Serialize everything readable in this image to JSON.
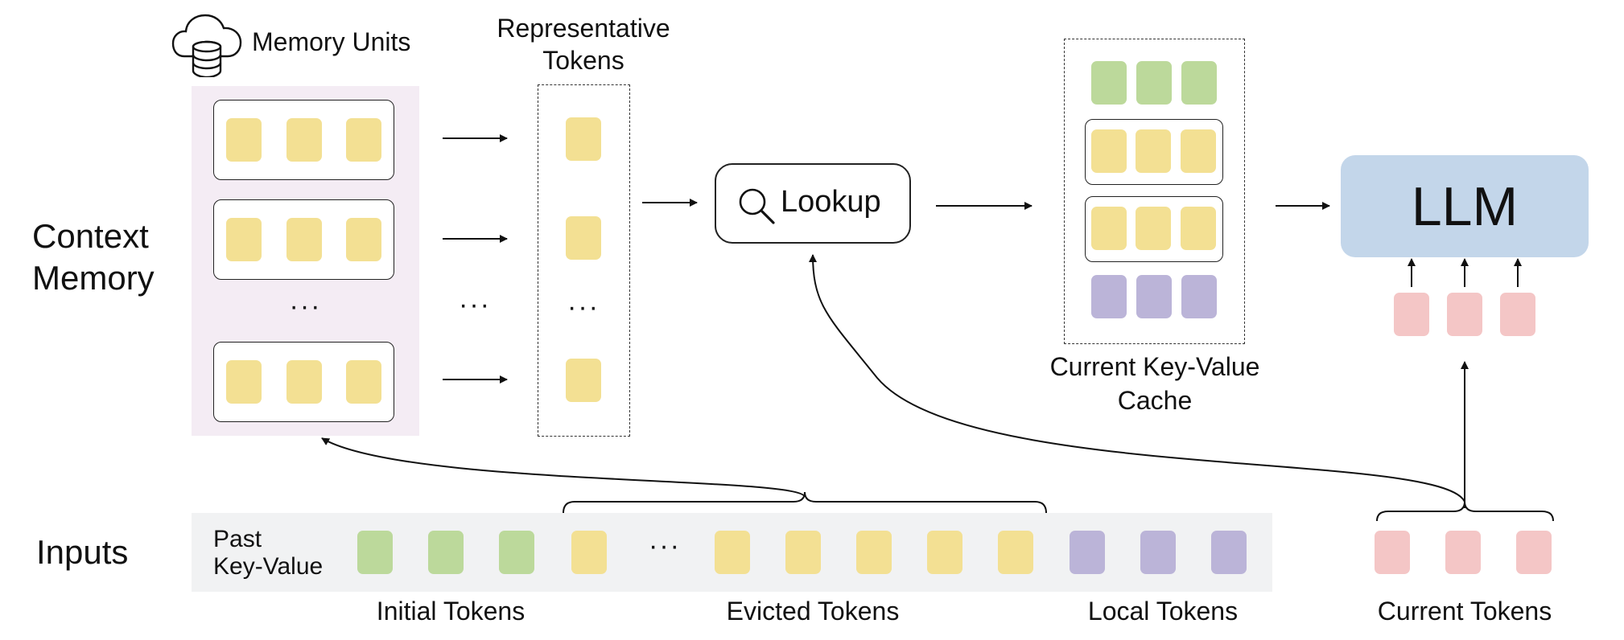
{
  "colors": {
    "initial": "#bcd99b",
    "evicted": "#f3e093",
    "local": "#bbb4d8",
    "current": "#f4c6c6",
    "memory_bg": "#f4ecf4",
    "inputs_bg": "#f1f2f3",
    "llm_bg": "#c3d6ea"
  },
  "memory": {
    "title": "Memory Units",
    "label_line1": "Context",
    "label_line2": "Memory",
    "ellipsis": "···"
  },
  "representative": {
    "title_line1": "Representative",
    "title_line2": "Tokens",
    "ellipsis": "···"
  },
  "arrows_ellipsis": "···",
  "lookup": {
    "label": "Lookup",
    "icon": "search-icon"
  },
  "kv_cache": {
    "label_line1": "Current Key-Value",
    "label_line2": "Cache"
  },
  "llm": {
    "label": "LLM"
  },
  "inputs": {
    "label": "Inputs",
    "past_line1": "Past",
    "past_line2": "Key-Value",
    "ellipsis": "···",
    "initial_label": "Initial Tokens",
    "evicted_label": "Evicted Tokens",
    "local_label": "Local Tokens",
    "current_label": "Current Tokens"
  }
}
